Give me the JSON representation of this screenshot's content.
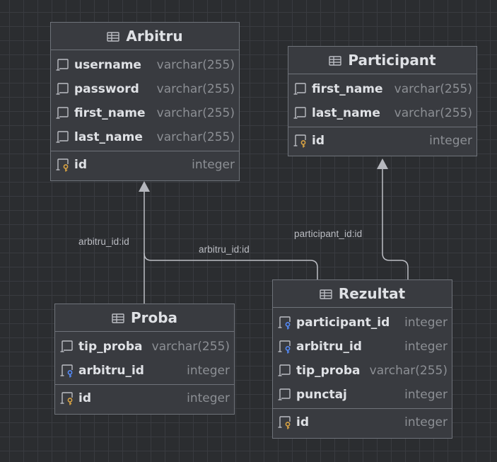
{
  "colors": {
    "background": "#2b2d30",
    "grid": "#393b40",
    "table_fill": "#393b40",
    "table_border": "#6f737a",
    "text": "#dfe1e5",
    "type_text": "#8c8f94",
    "edge": "#bcbec4",
    "primary_key": "#d9a343",
    "foreign_key": "#548af7"
  },
  "tables": {
    "arbitru": {
      "title": "Arbitru",
      "icon": "table-icon",
      "columns": [
        {
          "name": "username",
          "type": "varchar(255)",
          "icon": "column-icon"
        },
        {
          "name": "password",
          "type": "varchar(255)",
          "icon": "column-icon"
        },
        {
          "name": "first_name",
          "type": "varchar(255)",
          "icon": "column-icon"
        },
        {
          "name": "last_name",
          "type": "varchar(255)",
          "icon": "column-icon"
        }
      ],
      "keys": [
        {
          "name": "id",
          "type": "integer",
          "icon": "primary-key-icon"
        }
      ]
    },
    "participant": {
      "title": "Participant",
      "icon": "table-icon",
      "columns": [
        {
          "name": "first_name",
          "type": "varchar(255)",
          "icon": "column-icon"
        },
        {
          "name": "last_name",
          "type": "varchar(255)",
          "icon": "column-icon"
        }
      ],
      "keys": [
        {
          "name": "id",
          "type": "integer",
          "icon": "primary-key-icon"
        }
      ]
    },
    "proba": {
      "title": "Proba",
      "icon": "table-icon",
      "columns": [
        {
          "name": "tip_proba",
          "type": "varchar(255)",
          "icon": "column-icon"
        },
        {
          "name": "arbitru_id",
          "type": "integer",
          "icon": "foreign-key-icon"
        }
      ],
      "keys": [
        {
          "name": "id",
          "type": "integer",
          "icon": "primary-key-icon"
        }
      ]
    },
    "rezultat": {
      "title": "Rezultat",
      "icon": "table-icon",
      "columns": [
        {
          "name": "participant_id",
          "type": "integer",
          "icon": "foreign-key-icon"
        },
        {
          "name": "arbitru_id",
          "type": "integer",
          "icon": "foreign-key-icon"
        },
        {
          "name": "tip_proba",
          "type": "varchar(255)",
          "icon": "column-icon"
        },
        {
          "name": "punctaj",
          "type": "integer",
          "icon": "column-icon"
        }
      ],
      "keys": [
        {
          "name": "id",
          "type": "integer",
          "icon": "primary-key-icon"
        }
      ]
    }
  },
  "relations": [
    {
      "from": "proba",
      "to": "arbitru",
      "label": "arbitru_id:id"
    },
    {
      "from": "rezultat",
      "to": "arbitru",
      "label": "arbitru_id:id"
    },
    {
      "from": "rezultat",
      "to": "participant",
      "label": "participant_id:id"
    }
  ]
}
